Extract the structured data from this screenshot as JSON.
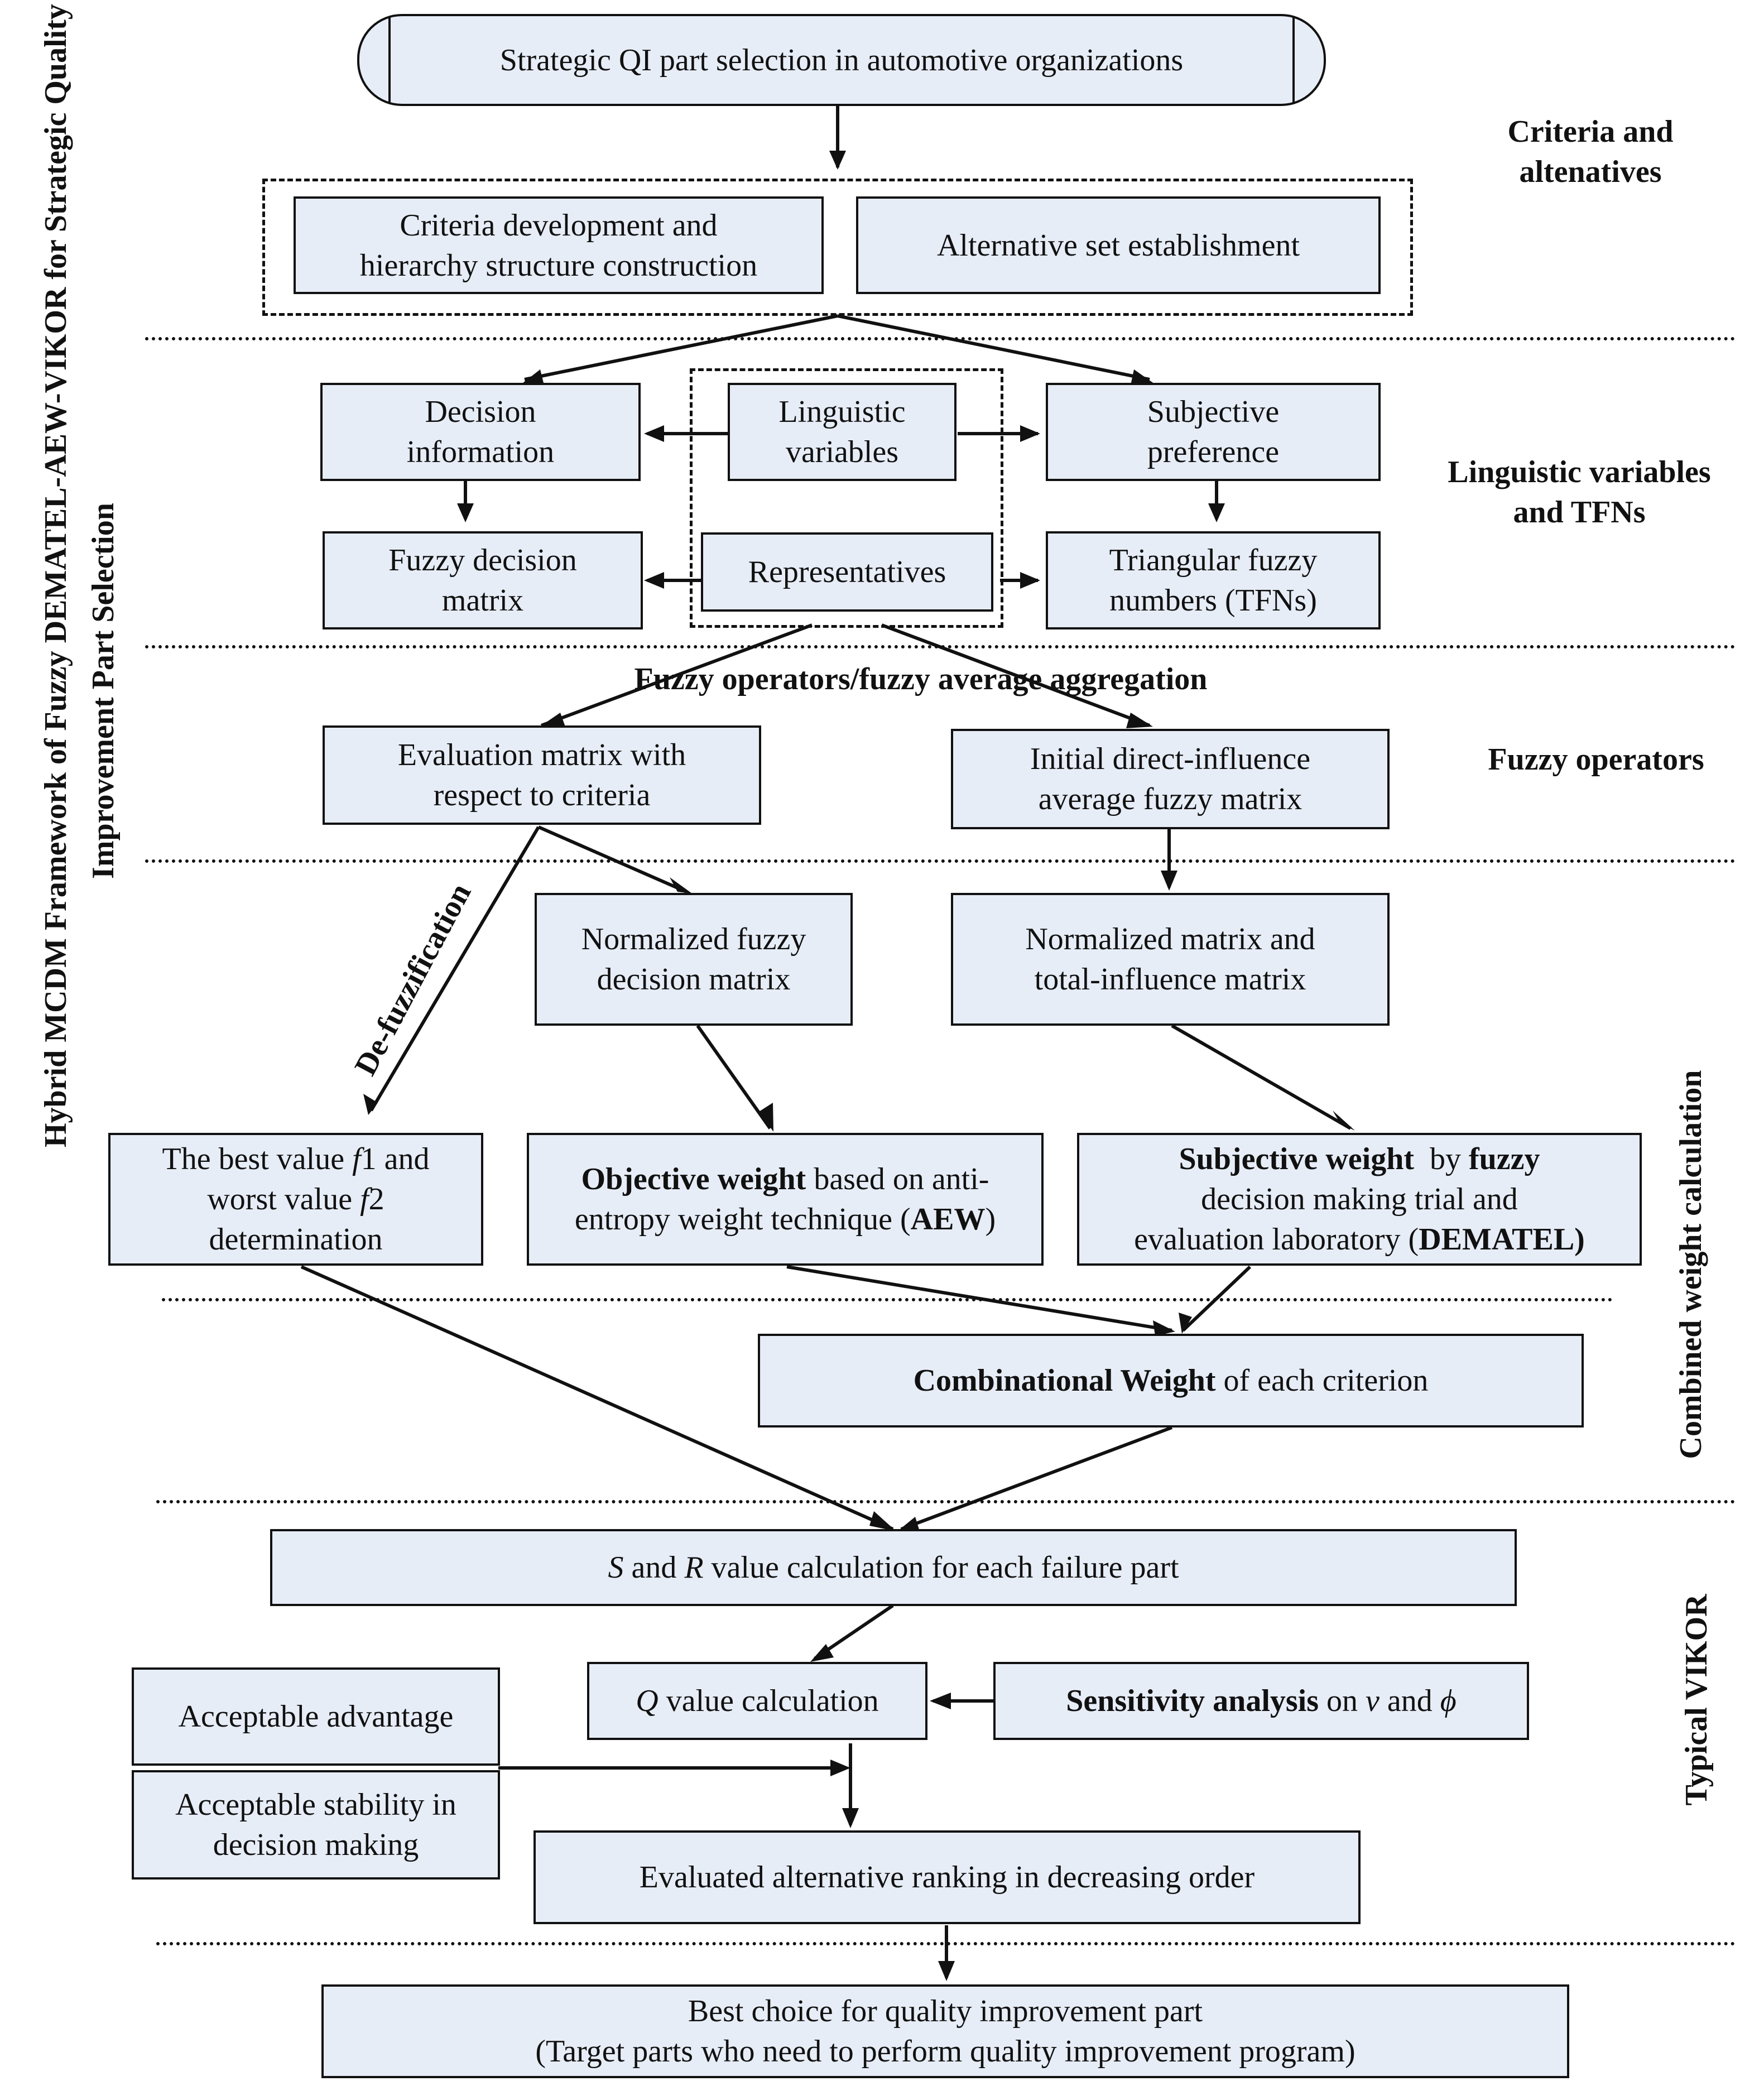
{
  "side_title": {
    "line1": "Hybrid MCDM Framework of Fuzzy DEMATEL-AEW-VIKOR for Strategic Quality",
    "line2": "Improvement Part Selection"
  },
  "sections": {
    "criteria": {
      "line1": "Criteria and",
      "line2": "altenatives"
    },
    "linguistic": {
      "line1": "Linguistic variables",
      "line2": "and TFNs"
    },
    "fuzzy_operators": "Fuzzy operators",
    "combined_weight": "Combined weight calculation",
    "vikor": "Typical VIKOR"
  },
  "nodes": {
    "start": "Strategic QI part selection in automotive organizations",
    "criteria_dev": {
      "line1": "Criteria development and",
      "line2": "hierarchy structure construction"
    },
    "alt_set": "Alternative set establishment",
    "decision_info": {
      "line1": "Decision",
      "line2": "information"
    },
    "ling_vars": {
      "line1": "Linguistic",
      "line2": "variables"
    },
    "subj_pref": {
      "line1": "Subjective",
      "line2": "preference"
    },
    "fuzzy_dm": {
      "line1": "Fuzzy decision",
      "line2": "matrix"
    },
    "representatives": "Representatives",
    "tfn": {
      "line1": "Triangular fuzzy",
      "line2": "numbers (TFNs)"
    },
    "fuzzy_agg_label": "Fuzzy operators/fuzzy average aggregation",
    "eval_matrix": {
      "line1": "Evaluation matrix with",
      "line2": "respect to criteria"
    },
    "init_direct": {
      "line1": "Initial direct-influence",
      "line2": "average fuzzy matrix"
    },
    "defuzz_label": "De-fuzzification",
    "norm_fuzzy": {
      "line1": "Normalized fuzzy",
      "line2": "decision matrix"
    },
    "norm_total": {
      "line1": "Normalized matrix and",
      "line2": "total-influence matrix"
    },
    "best_worst": {
      "l1_a": "The best value ",
      "l1_f": "f",
      "l1_b": "1 and",
      "l2_a": "worst value ",
      "l2_f": "f",
      "l2_b": "2",
      "l3": "determination"
    },
    "objective": {
      "bold1": "Objective weight",
      "rest1": " based on anti-",
      "l2_a": "entropy weight technique (",
      "l2_bold": "AEW",
      "l2_b": ")"
    },
    "subjective": {
      "bold1": "Subjective weight",
      "mid1": "  by ",
      "bold2": "fuzzy",
      "l2": "decision making trial and",
      "l3_a": "evaluation laboratory (",
      "l3_bold": "DEMATEL)"
    },
    "combinational": {
      "bold": "Combinational Weight",
      "rest": " of each criterion"
    },
    "s_r_calc": {
      "s": "S",
      "and": " and ",
      "r": "R",
      "rest": " value calculation for each failure part"
    },
    "q_calc": {
      "q": "Q",
      "rest": " value calculation"
    },
    "sensitivity": {
      "bold": "Sensitivity analysis",
      "on": " on ",
      "v": "v",
      "and": " and ",
      "phi": "ϕ"
    },
    "acc_adv": "Acceptable advantage",
    "acc_stab": {
      "line1": "Acceptable stability in",
      "line2": "decision making"
    },
    "ranking": "Evaluated alternative ranking in decreasing order",
    "best_choice": {
      "line1": "Best choice for quality improvement part",
      "line2": "(Target parts who need to perform quality improvement program)"
    }
  }
}
